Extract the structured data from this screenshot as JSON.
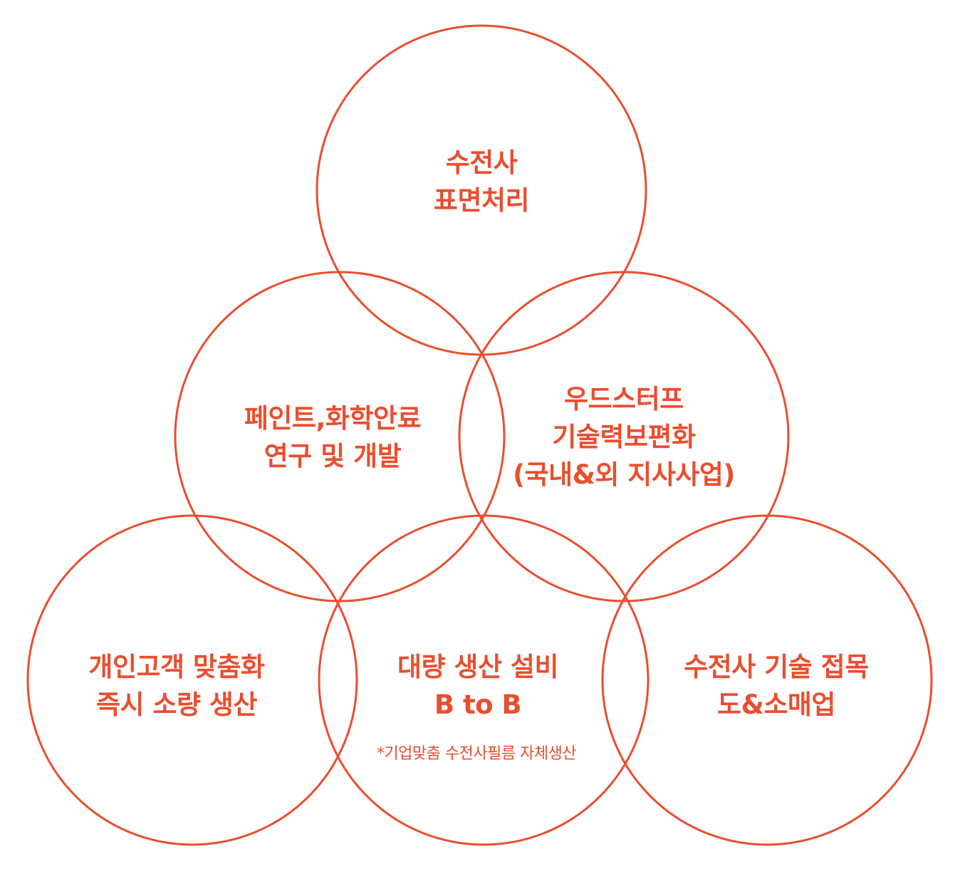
{
  "accent_color": "#e94e2f",
  "circles": [
    {
      "id": "top",
      "lines": [
        "수전사",
        "표면처리"
      ]
    },
    {
      "id": "middle-left",
      "lines": [
        "페인트,화학안료",
        "연구 및 개발"
      ]
    },
    {
      "id": "middle-right",
      "lines": [
        "우드스터프",
        "기술력보편화",
        "(국내&외 지사사업)"
      ]
    },
    {
      "id": "bottom-left",
      "lines": [
        "개인고객 맞춤화",
        "즉시 소량 생산"
      ]
    },
    {
      "id": "bottom-center",
      "lines": [
        "대량 생산 설비",
        "B to B"
      ],
      "note": "*기업맞춤 수전사필름 자체생산"
    },
    {
      "id": "bottom-right",
      "lines": [
        "수전사 기술 접목",
        "도&소매업"
      ]
    }
  ]
}
